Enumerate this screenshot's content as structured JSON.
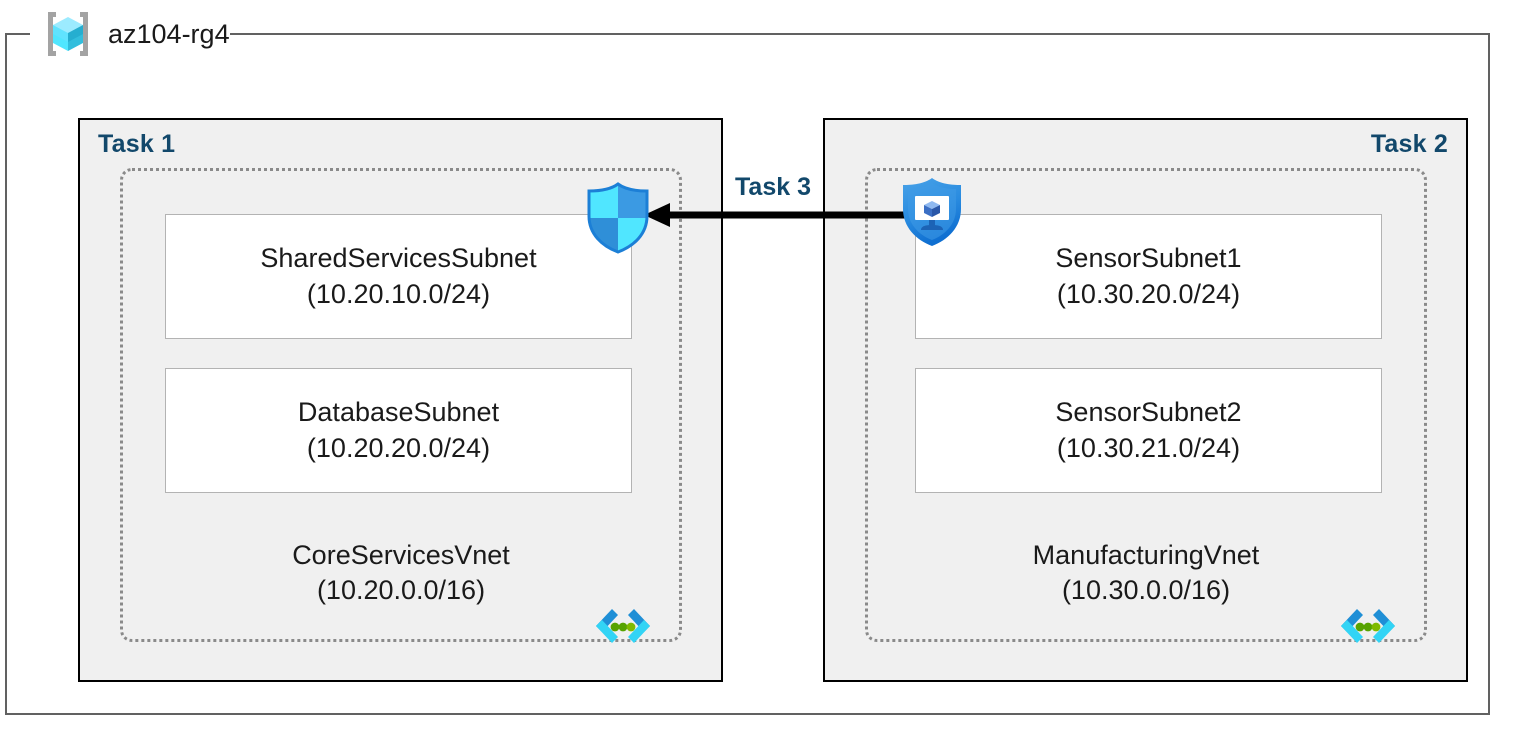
{
  "resource_group": {
    "name": "az104-rg4",
    "icon": "resource-group-cube-icon"
  },
  "tasks": [
    {
      "label": "Task 1",
      "align": "left"
    },
    {
      "label": "Task 2",
      "align": "right"
    },
    {
      "label": "Task 3",
      "align": "center"
    }
  ],
  "vnets": [
    {
      "name": "CoreServicesVnet",
      "cidr": "(10.20.0.0/16)",
      "icon": "virtual-network-icon",
      "subnets": [
        {
          "name": "SharedServicesSubnet",
          "cidr": "(10.20.10.0/24)"
        },
        {
          "name": "DatabaseSubnet",
          "cidr": "(10.20.20.0/24)"
        }
      ]
    },
    {
      "name": "ManufacturingVnet",
      "cidr": "(10.30.0.0/16)",
      "icon": "virtual-network-icon",
      "subnets": [
        {
          "name": "SensorSubnet1",
          "cidr": "(10.30.20.0/24)"
        },
        {
          "name": "SensorSubnet2",
          "cidr": "(10.30.21.0/24)"
        }
      ]
    }
  ],
  "icons": {
    "nsg": "network-security-group-shield-icon",
    "bastion": "bastion-shield-monitor-icon",
    "arrow": "left-arrow-connector"
  },
  "colors": {
    "task_label": "#12486b",
    "task_box_fill": "#f0f0f0",
    "task_box_border": "#000000",
    "vnet_dotted_border": "#8a8a8a",
    "subnet_border": "#b3b3b3",
    "frame_border": "#616161",
    "cube_cyan": "#50e6ff",
    "cube_blue": "#32bedd",
    "shield_blue": "#0078d4",
    "vnet_green": "#57a300",
    "arrow_black": "#000000"
  }
}
